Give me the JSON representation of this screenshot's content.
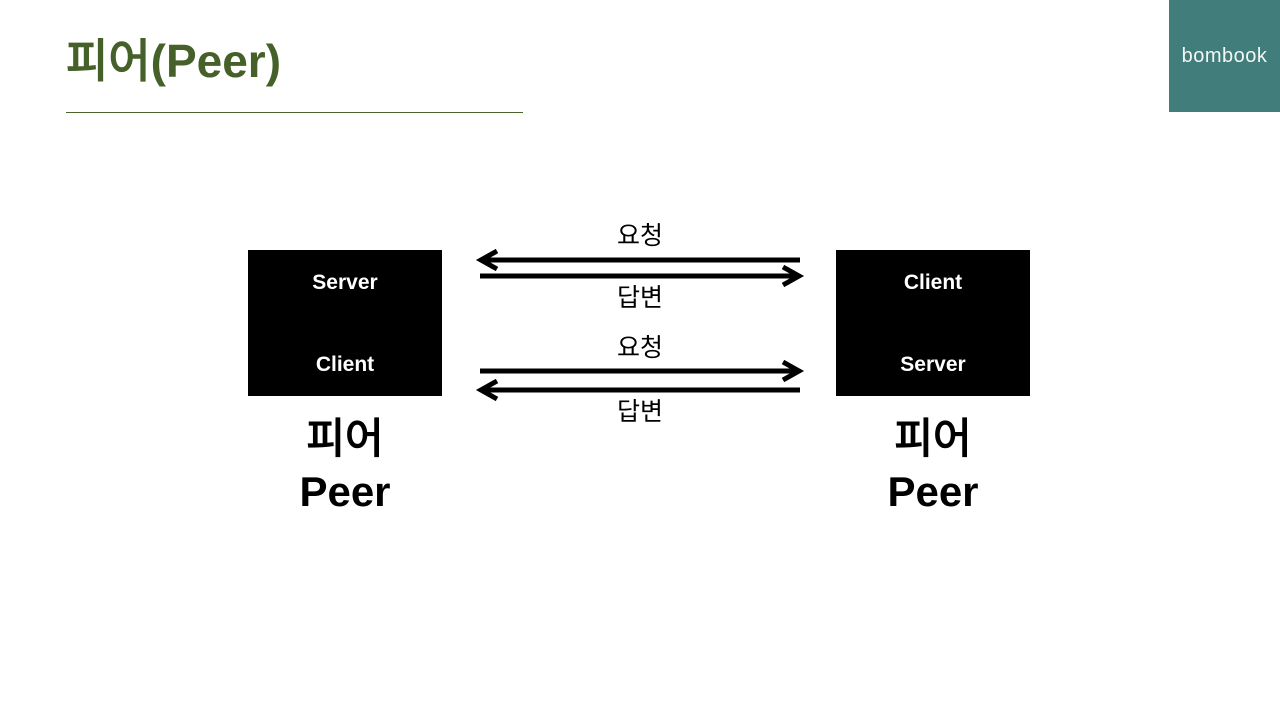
{
  "slide": {
    "title": "피어(Peer)",
    "logo_text": "bombook"
  },
  "colors": {
    "title_green": "#46602a",
    "logo_teal": "#417d7a",
    "box_fill": "#000000",
    "box_text": "#ffffff"
  },
  "diagram": {
    "left_peer": {
      "top_role": "Server",
      "bottom_role": "Client",
      "caption_ko": "피어",
      "caption_en": "Peer"
    },
    "right_peer": {
      "top_role": "Client",
      "bottom_role": "Server",
      "caption_ko": "피어",
      "caption_en": "Peer"
    },
    "top_exchange": {
      "request_label": "요청",
      "request_direction": "left",
      "response_label": "답변",
      "response_direction": "right"
    },
    "bottom_exchange": {
      "request_label": "요청",
      "request_direction": "right",
      "response_label": "답변",
      "response_direction": "left"
    }
  }
}
